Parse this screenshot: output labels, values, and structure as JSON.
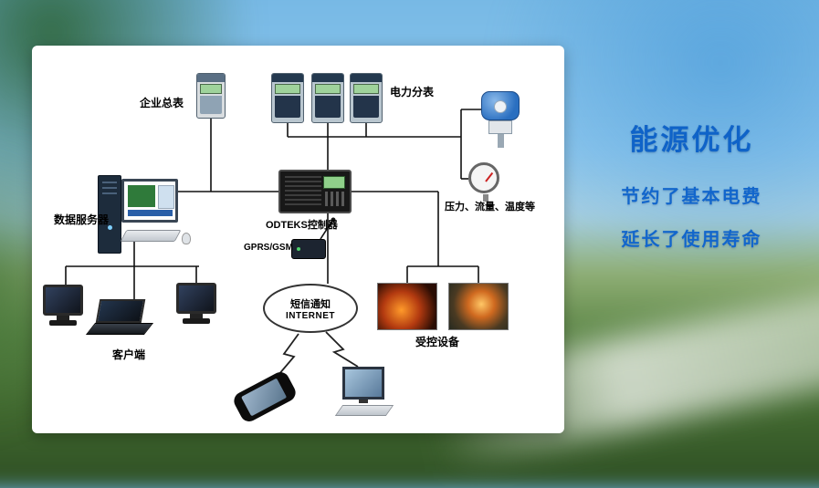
{
  "diagram": {
    "labels": {
      "enterprise_meter": "企业总表",
      "power_submeters": "电力分表",
      "data_server": "数据服务器",
      "controller": "ODTEKS控制器",
      "gprs": "GPRS/GSM",
      "sensors": "压力、流量、温度等",
      "clients": "客户端",
      "sms_line1": "短信通知",
      "sms_line2": "INTERNET",
      "controlled_devices": "受控设备"
    }
  },
  "caption": {
    "title": "能源优化",
    "line1": "节约了基本电费",
    "line2": "延长了使用寿命"
  },
  "colors": {
    "caption_blue": "#0f63c8",
    "panel_bg": "#ffffff",
    "wire": "#111111",
    "sky_blue": "#74b7e4",
    "grass_green": "#41682f"
  }
}
